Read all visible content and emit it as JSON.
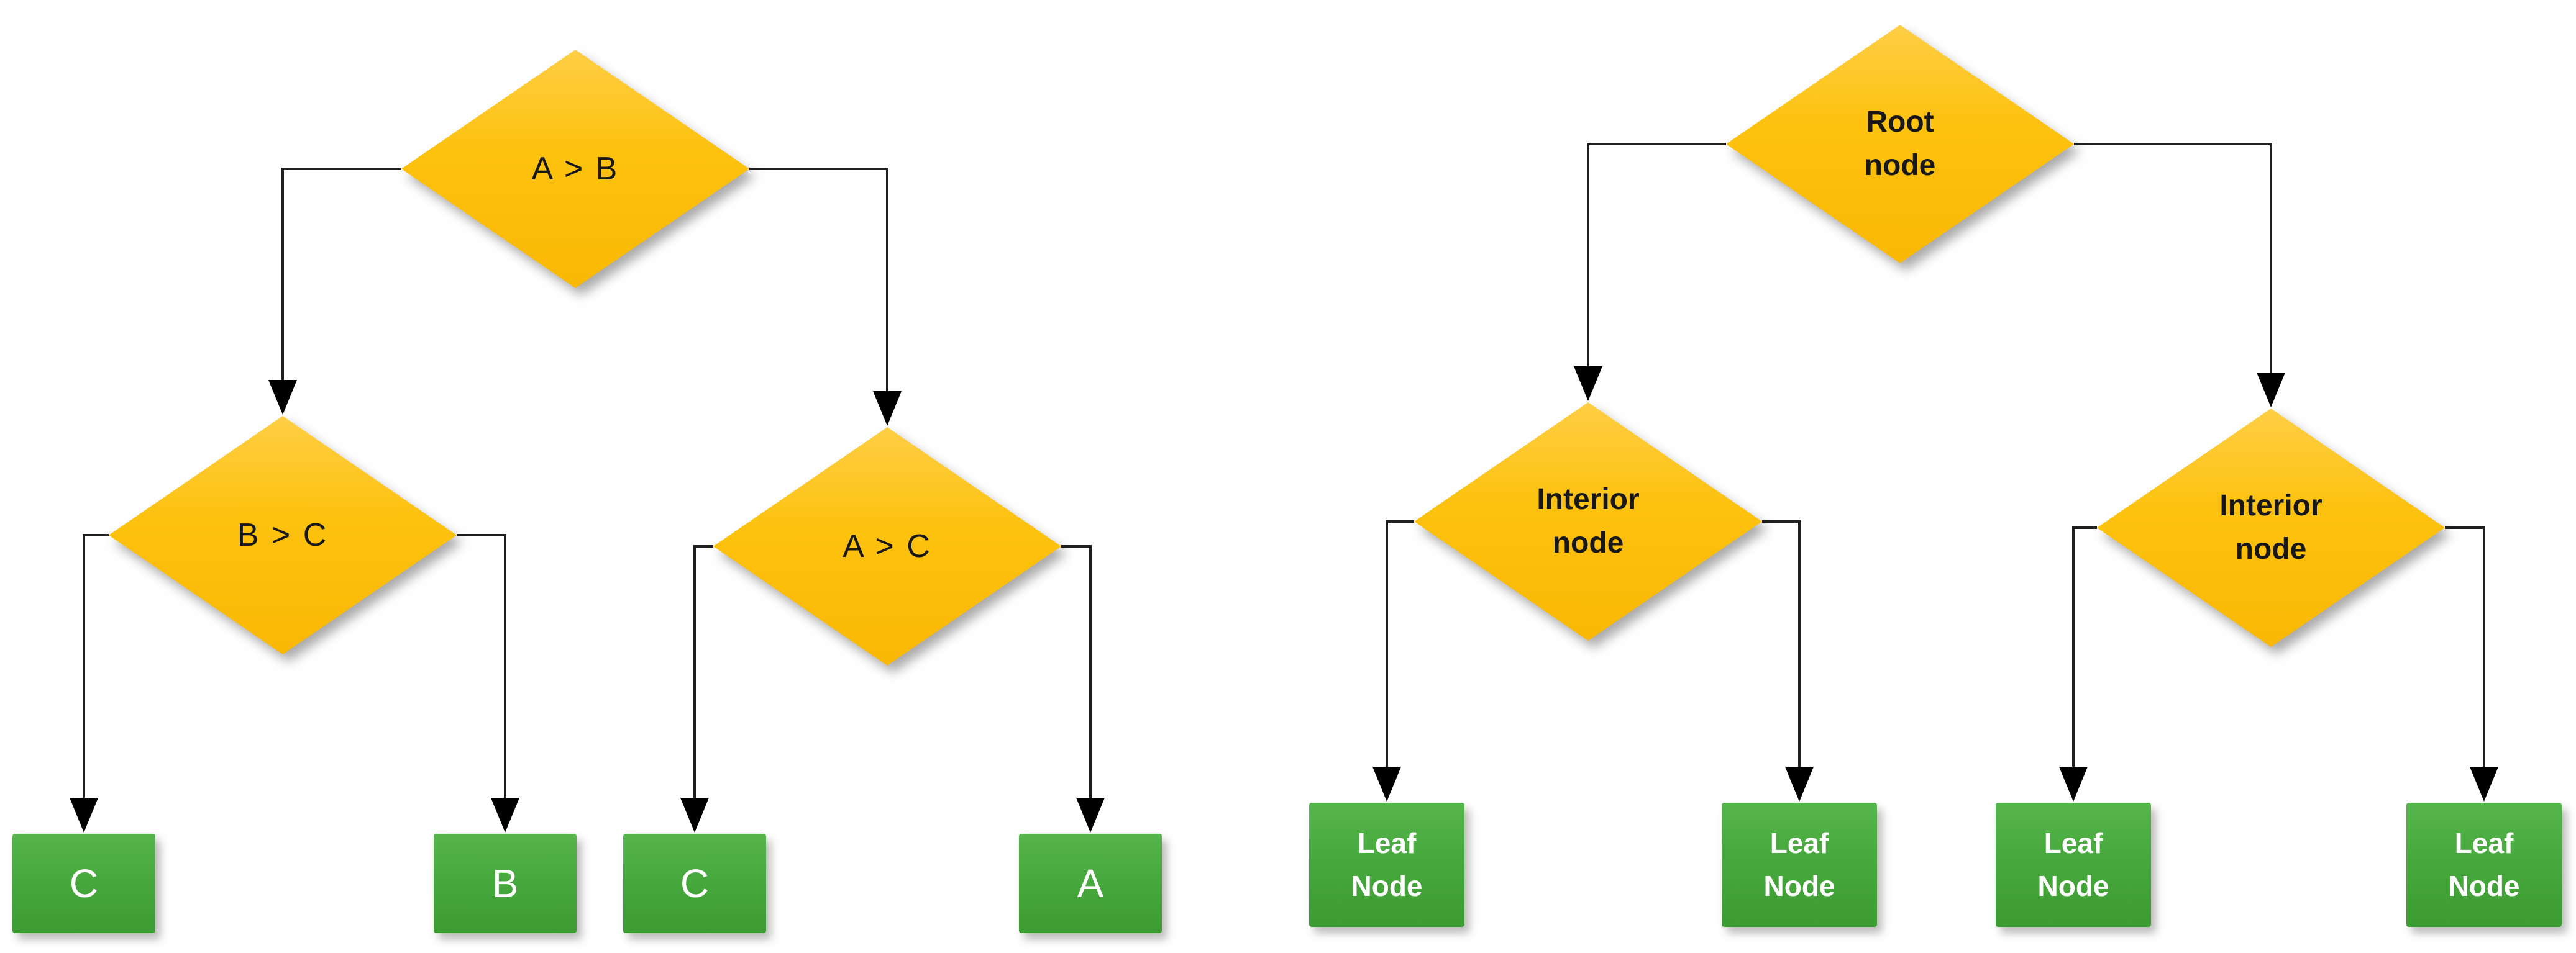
{
  "colors": {
    "background": "#ffffff",
    "diamond_fill_top": "#ffce45",
    "diamond_fill": "#fdc20f",
    "diamond_fill_bottom": "#f9b804",
    "diamond_text": "#181818",
    "leaf_fill_top": "#56b54c",
    "leaf_fill_bottom": "#3c9b31",
    "leaf_text": "#ffffff",
    "connector_line": "#1f1f1f",
    "arrowhead": "#000000"
  },
  "left_tree": {
    "root": {
      "label": "A > B"
    },
    "children": [
      {
        "label": "B > C"
      },
      {
        "label": "A > C"
      }
    ],
    "leaves": [
      {
        "label": "C"
      },
      {
        "label": "B"
      },
      {
        "label": "C"
      },
      {
        "label": "A"
      }
    ],
    "edges": [
      {
        "from": "A > B",
        "to": "B > C"
      },
      {
        "from": "A > B",
        "to": "A > C"
      },
      {
        "from": "B > C",
        "to": "C"
      },
      {
        "from": "B > C",
        "to": "B"
      },
      {
        "from": "A > C",
        "to": "C"
      },
      {
        "from": "A > C",
        "to": "A"
      }
    ]
  },
  "right_tree": {
    "root": {
      "label": "Root node"
    },
    "children": [
      {
        "label": "Interior node"
      },
      {
        "label": "Interior node"
      }
    ],
    "leaves": [
      {
        "label": "Leaf Node"
      },
      {
        "label": "Leaf Node"
      },
      {
        "label": "Leaf Node"
      },
      {
        "label": "Leaf Node"
      }
    ],
    "edges": [
      {
        "from": "Root node",
        "to": "Interior node (left)"
      },
      {
        "from": "Root node",
        "to": "Interior node (right)"
      },
      {
        "from": "Interior node (left)",
        "to": "Leaf Node 1"
      },
      {
        "from": "Interior node (left)",
        "to": "Leaf Node 2"
      },
      {
        "from": "Interior node (right)",
        "to": "Leaf Node 3"
      },
      {
        "from": "Interior node (right)",
        "to": "Leaf Node 4"
      }
    ]
  }
}
